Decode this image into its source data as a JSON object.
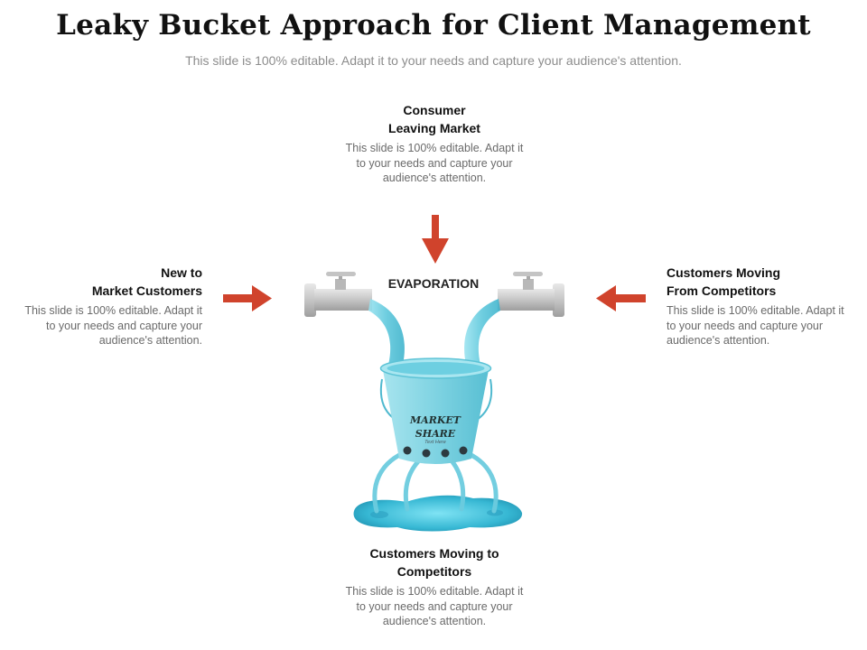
{
  "title": "Leaky Bucket Approach for Client Management",
  "subtitle": "This slide is 100% editable. Adapt it to your needs and capture your audience's attention.",
  "top": {
    "heading_line1": "Consumer",
    "heading_line2": "Leaving Market",
    "body": "This slide is 100% editable. Adapt it to your needs and capture your audience's attention."
  },
  "left": {
    "heading_line1": "New to",
    "heading_line2": "Market Customers",
    "body": "This slide is 100% editable. Adapt it to your needs and capture your audience's attention."
  },
  "right": {
    "heading_line1": "Customers Moving",
    "heading_line2": "From Competitors",
    "body": "This slide is 100% editable. Adapt it to your needs and capture your audience's attention."
  },
  "bottom": {
    "heading_line1": "Customers Moving to",
    "heading_line2": "Competitors",
    "body": "This slide is 100% editable. Adapt it to your needs and capture your audience's attention."
  },
  "evaporation": "EVAPORATION",
  "bucket": {
    "label_line1": "MARKET",
    "label_line2": "SHARE",
    "sub": "Text Here"
  },
  "colors": {
    "arrow": "#d0432c",
    "water": "#5ec8dc",
    "bucket": "#7fd3e2",
    "pipe": "#bdbdbd"
  },
  "icons": [
    "arrow-down-icon",
    "arrow-right-icon",
    "arrow-left-icon",
    "tap-icon",
    "bucket-icon",
    "puddle-icon"
  ]
}
